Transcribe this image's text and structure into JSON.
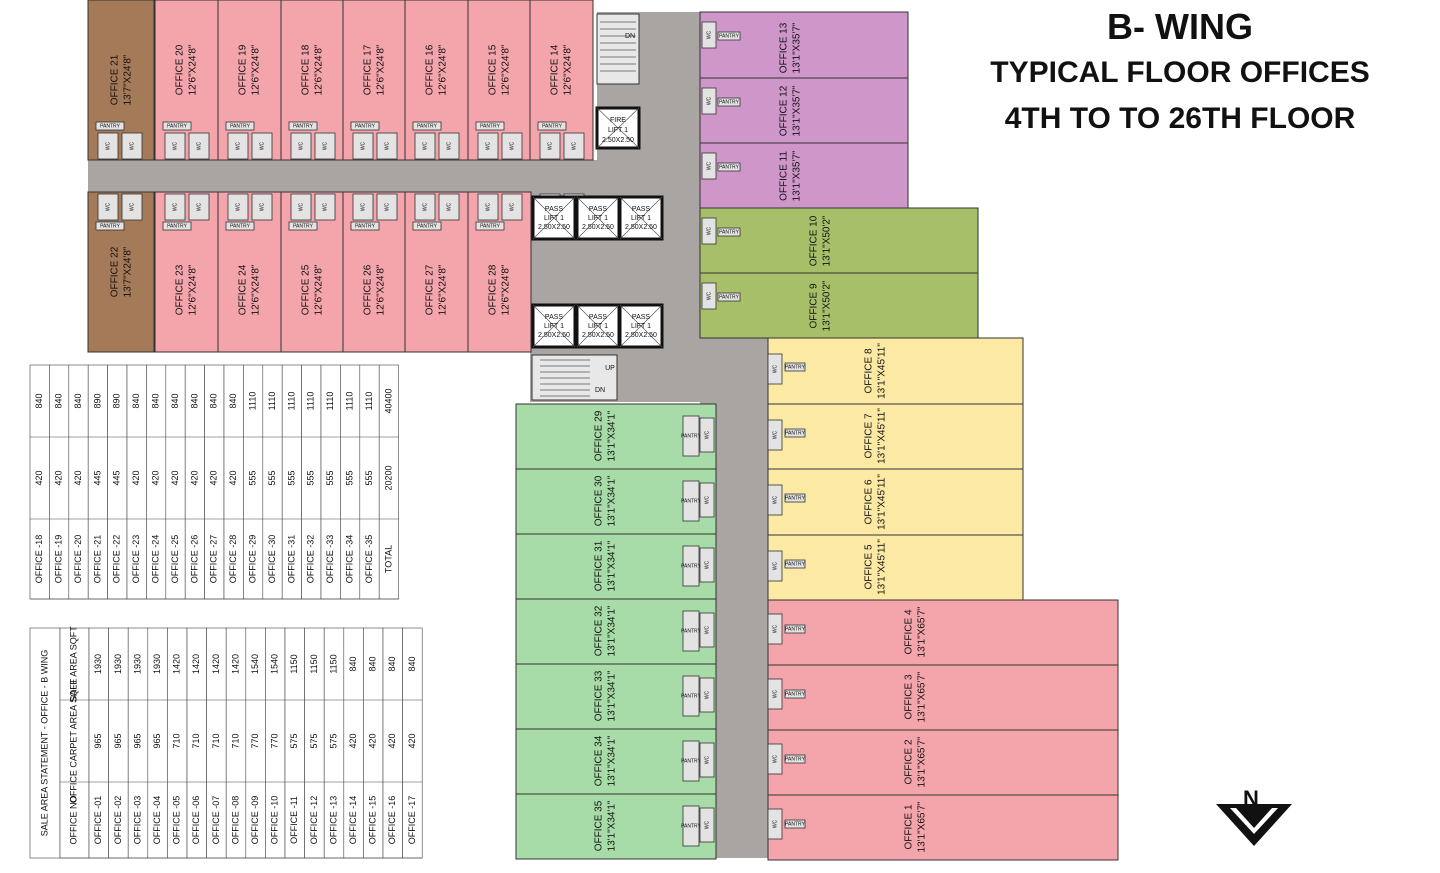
{
  "header": {
    "wing": "B- WING",
    "line1": "TYPICAL FLOOR OFFICES",
    "line2": "4TH TO TO 26TH FLOOR"
  },
  "compass": {
    "label": "N"
  },
  "colors": {
    "pink": "#f4a5ac",
    "brown": "#a57a58",
    "purple": "#cf96c9",
    "olive": "#a8bf6a",
    "yellow": "#fbe9a4",
    "green": "#a7dba7",
    "corridor": "#a9a5a3",
    "wc": "#e3e3e3"
  },
  "offices": [
    {
      "name": "OFFICE 21",
      "size": "13'7\"X24'8\""
    },
    {
      "name": "OFFICE 20",
      "size": "12'6\"X24'8\""
    },
    {
      "name": "OFFICE 19",
      "size": "12'6\"X24'8\""
    },
    {
      "name": "OFFICE 18",
      "size": "12'6\"X24'8\""
    },
    {
      "name": "OFFICE 17",
      "size": "12'6\"X24'8\""
    },
    {
      "name": "OFFICE 16",
      "size": "12'6\"X24'8\""
    },
    {
      "name": "OFFICE 15",
      "size": "12'6\"X24'8\""
    },
    {
      "name": "OFFICE 14",
      "size": "12'6\"X24'8\""
    },
    {
      "name": "OFFICE 22",
      "size": "13'7\"X24'8\""
    },
    {
      "name": "OFFICE 23",
      "size": "12'6\"X24'8\""
    },
    {
      "name": "OFFICE 24",
      "size": "12'6\"X24'8\""
    },
    {
      "name": "OFFICE 25",
      "size": "12'6\"X24'8\""
    },
    {
      "name": "OFFICE 26",
      "size": "12'6\"X24'8\""
    },
    {
      "name": "OFFICE 27",
      "size": "12'6\"X24'8\""
    },
    {
      "name": "OFFICE 28",
      "size": "12'6\"X24'8\""
    },
    {
      "name": "OFFICE 13",
      "size": "13'1\"X35'7\""
    },
    {
      "name": "OFFICE 12",
      "size": "13'1\"X35'7\""
    },
    {
      "name": "OFFICE 11",
      "size": "13'1\"X35'7\""
    },
    {
      "name": "OFFICE 10",
      "size": "13'1\"X50'2\""
    },
    {
      "name": "OFFICE 9",
      "size": "13'1\"X50'2\""
    },
    {
      "name": "OFFICE 8",
      "size": "13'1\"X45'11\""
    },
    {
      "name": "OFFICE 7",
      "size": "13'1\"X45'11\""
    },
    {
      "name": "OFFICE 6",
      "size": "13'1\"X45'11\""
    },
    {
      "name": "OFFICE 5",
      "size": "13'1\"X45'11\""
    },
    {
      "name": "OFFICE 4",
      "size": "13'1\"X65'7\""
    },
    {
      "name": "OFFICE 3",
      "size": "13'1\"X65'7\""
    },
    {
      "name": "OFFICE 2",
      "size": "13'1\"X65'7\""
    },
    {
      "name": "OFFICE 1",
      "size": "13'1\"X65'7\""
    },
    {
      "name": "OFFICE 29",
      "size": "13'1\"X34'1\""
    },
    {
      "name": "OFFICE 30",
      "size": "13'1\"X34'1\""
    },
    {
      "name": "OFFICE 31",
      "size": "13'1\"X34'1\""
    },
    {
      "name": "OFFICE 32",
      "size": "13'1\"X34'1\""
    },
    {
      "name": "OFFICE 33",
      "size": "13'1\"X34'1\""
    },
    {
      "name": "OFFICE 34",
      "size": "13'1\"X34'1\""
    },
    {
      "name": "OFFICE 35",
      "size": "13'1\"X34'1\""
    }
  ],
  "service": {
    "wc": "WC",
    "pantry": "PANTRY",
    "pass_lift": "PASS",
    "lift1": "LIFT 1",
    "lift_size": "2.50X2.50",
    "fire": "FIRE",
    "dn": "DN",
    "up": "UP"
  },
  "table_upper": {
    "rows": [
      {
        "office": "OFFICE -18",
        "carpet": "420",
        "sale": "840"
      },
      {
        "office": "OFFICE -19",
        "carpet": "420",
        "sale": "840"
      },
      {
        "office": "OFFICE -20",
        "carpet": "420",
        "sale": "840"
      },
      {
        "office": "OFFICE -21",
        "carpet": "445",
        "sale": "890"
      },
      {
        "office": "OFFICE -22",
        "carpet": "445",
        "sale": "890"
      },
      {
        "office": "OFFICE -23",
        "carpet": "420",
        "sale": "840"
      },
      {
        "office": "OFFICE -24",
        "carpet": "420",
        "sale": "840"
      },
      {
        "office": "OFFICE -25",
        "carpet": "420",
        "sale": "840"
      },
      {
        "office": "OFFICE -26",
        "carpet": "420",
        "sale": "840"
      },
      {
        "office": "OFFICE -27",
        "carpet": "420",
        "sale": "840"
      },
      {
        "office": "OFFICE -28",
        "carpet": "420",
        "sale": "840"
      },
      {
        "office": "OFFICE -29",
        "carpet": "555",
        "sale": "1110"
      },
      {
        "office": "OFFICE -30",
        "carpet": "555",
        "sale": "1110"
      },
      {
        "office": "OFFICE -31",
        "carpet": "555",
        "sale": "1110"
      },
      {
        "office": "OFFICE -32",
        "carpet": "555",
        "sale": "1110"
      },
      {
        "office": "OFFICE -33",
        "carpet": "555",
        "sale": "1110"
      },
      {
        "office": "OFFICE -34",
        "carpet": "555",
        "sale": "1110"
      },
      {
        "office": "OFFICE -35",
        "carpet": "555",
        "sale": "1110"
      },
      {
        "office": "TOTAL",
        "carpet": "20200",
        "sale": "40400"
      }
    ]
  },
  "table_lower": {
    "title": "SALE AREA STATEMENT - OFFICE - B WING",
    "headers": [
      "OFFICE NO",
      "OFFICE CARPET AREA SQFT",
      "SALE AREA SQFT"
    ],
    "rows": [
      {
        "office": "OFFICE -01",
        "carpet": "965",
        "sale": "1930"
      },
      {
        "office": "OFFICE -02",
        "carpet": "965",
        "sale": "1930"
      },
      {
        "office": "OFFICE -03",
        "carpet": "965",
        "sale": "1930"
      },
      {
        "office": "OFFICE -04",
        "carpet": "965",
        "sale": "1930"
      },
      {
        "office": "OFFICE -05",
        "carpet": "710",
        "sale": "1420"
      },
      {
        "office": "OFFICE -06",
        "carpet": "710",
        "sale": "1420"
      },
      {
        "office": "OFFICE -07",
        "carpet": "710",
        "sale": "1420"
      },
      {
        "office": "OFFICE -08",
        "carpet": "710",
        "sale": "1420"
      },
      {
        "office": "OFFICE -09",
        "carpet": "770",
        "sale": "1540"
      },
      {
        "office": "OFFICE -10",
        "carpet": "770",
        "sale": "1540"
      },
      {
        "office": "OFFICE -11",
        "carpet": "575",
        "sale": "1150"
      },
      {
        "office": "OFFICE -12",
        "carpet": "575",
        "sale": "1150"
      },
      {
        "office": "OFFICE -13",
        "carpet": "575",
        "sale": "1150"
      },
      {
        "office": "OFFICE -14",
        "carpet": "420",
        "sale": "840"
      },
      {
        "office": "OFFICE -15",
        "carpet": "420",
        "sale": "840"
      },
      {
        "office": "OFFICE -16",
        "carpet": "420",
        "sale": "840"
      },
      {
        "office": "OFFICE -17",
        "carpet": "420",
        "sale": "840"
      }
    ]
  }
}
